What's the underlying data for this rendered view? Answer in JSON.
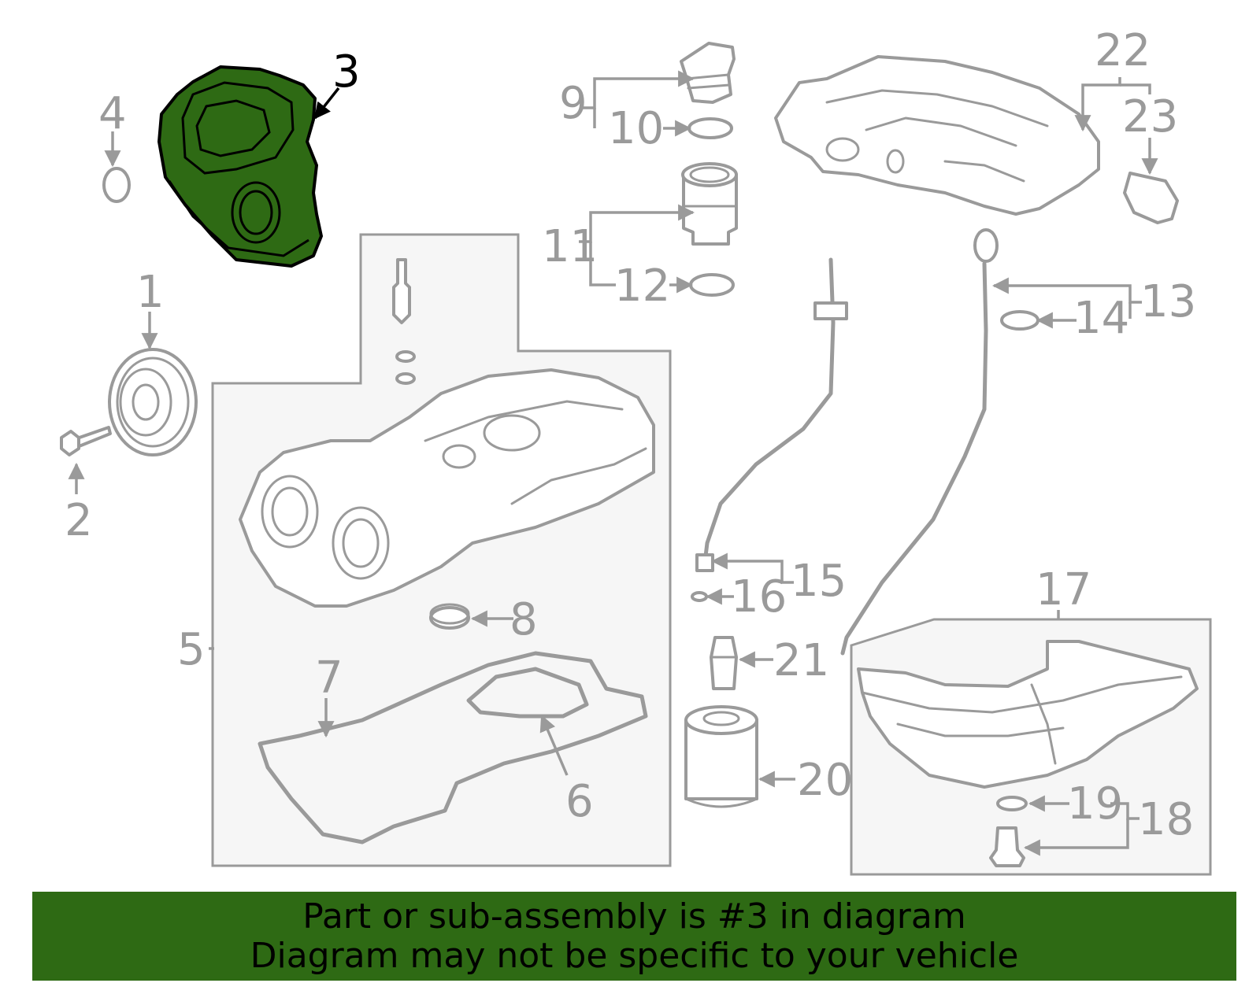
{
  "colors": {
    "highlight": "#2e6a14",
    "parts": "#9a9a9a",
    "banner_text": "#000000"
  },
  "highlighted_part": "3",
  "callouts": {
    "c1": "1",
    "c2": "2",
    "c3": "3",
    "c4": "4",
    "c5": "5",
    "c6": "6",
    "c7": "7",
    "c8": "8",
    "c9": "9",
    "c10": "10",
    "c11": "11",
    "c12": "12",
    "c13": "13",
    "c14": "14",
    "c15": "15",
    "c16": "16",
    "c17": "17",
    "c18": "18",
    "c19": "19",
    "c20": "20",
    "c21": "21",
    "c22": "22",
    "c23": "23"
  },
  "banner": {
    "line1": "Part or sub-assembly is #3 in diagram",
    "line2": "Diagram may not be specific to your vehicle"
  }
}
